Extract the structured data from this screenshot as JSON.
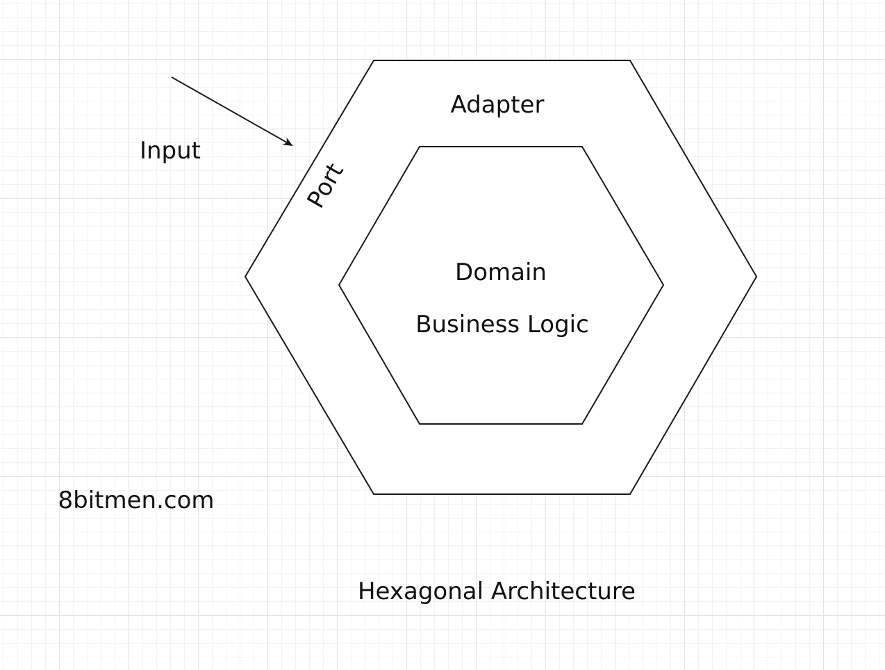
{
  "labels": {
    "adapter": "Adapter",
    "port": "Port",
    "input": "Input",
    "domain": "Domain",
    "business_logic": "Business Logic",
    "watermark": "8bitmen.com",
    "caption": "Hexagonal Architecture"
  },
  "colors": {
    "background": "#ffffff",
    "grid": "#e3e3e3",
    "stroke": "#1a1a1a",
    "text": "#111111"
  }
}
